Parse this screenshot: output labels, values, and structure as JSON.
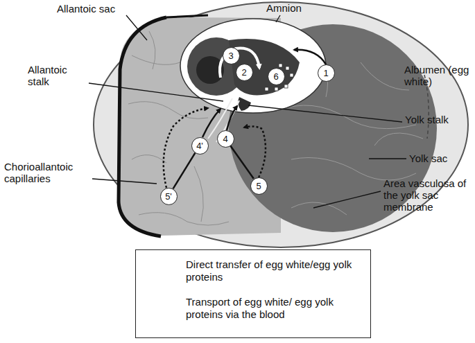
{
  "diagram": {
    "nodes": [
      {
        "text": [
          "1"
        ]
      },
      {
        "text": [
          "3"
        ]
      },
      {
        "text": [
          "2"
        ]
      },
      {
        "text": [
          "6"
        ]
      },
      {
        "text": [
          "4'"
        ]
      },
      {
        "text": [
          "4"
        ]
      },
      {
        "text": [
          "5"
        ]
      },
      {
        "text": [
          "5'"
        ]
      }
    ],
    "edges": [
      {
        "from": 6,
        "to": 5,
        "arrow": "none"
      },
      {
        "from": 7,
        "to": 4,
        "arrow": "none"
      }
    ],
    "labels": [
      "Allantoic sac",
      "Amnion",
      "Albumen (egg white)",
      "Allantoic stalk",
      "Yolk stalk",
      "Chorioallantoic capillaries",
      "Yolk sac",
      "Area vasculosa of the yolk sac membrane"
    ],
    "legend": [
      {
        "text": "Direct transfer of egg white/egg yolk proteins"
      },
      {
        "text": "Transport of egg white/ egg yolk proteins via the blood"
      }
    ]
  }
}
